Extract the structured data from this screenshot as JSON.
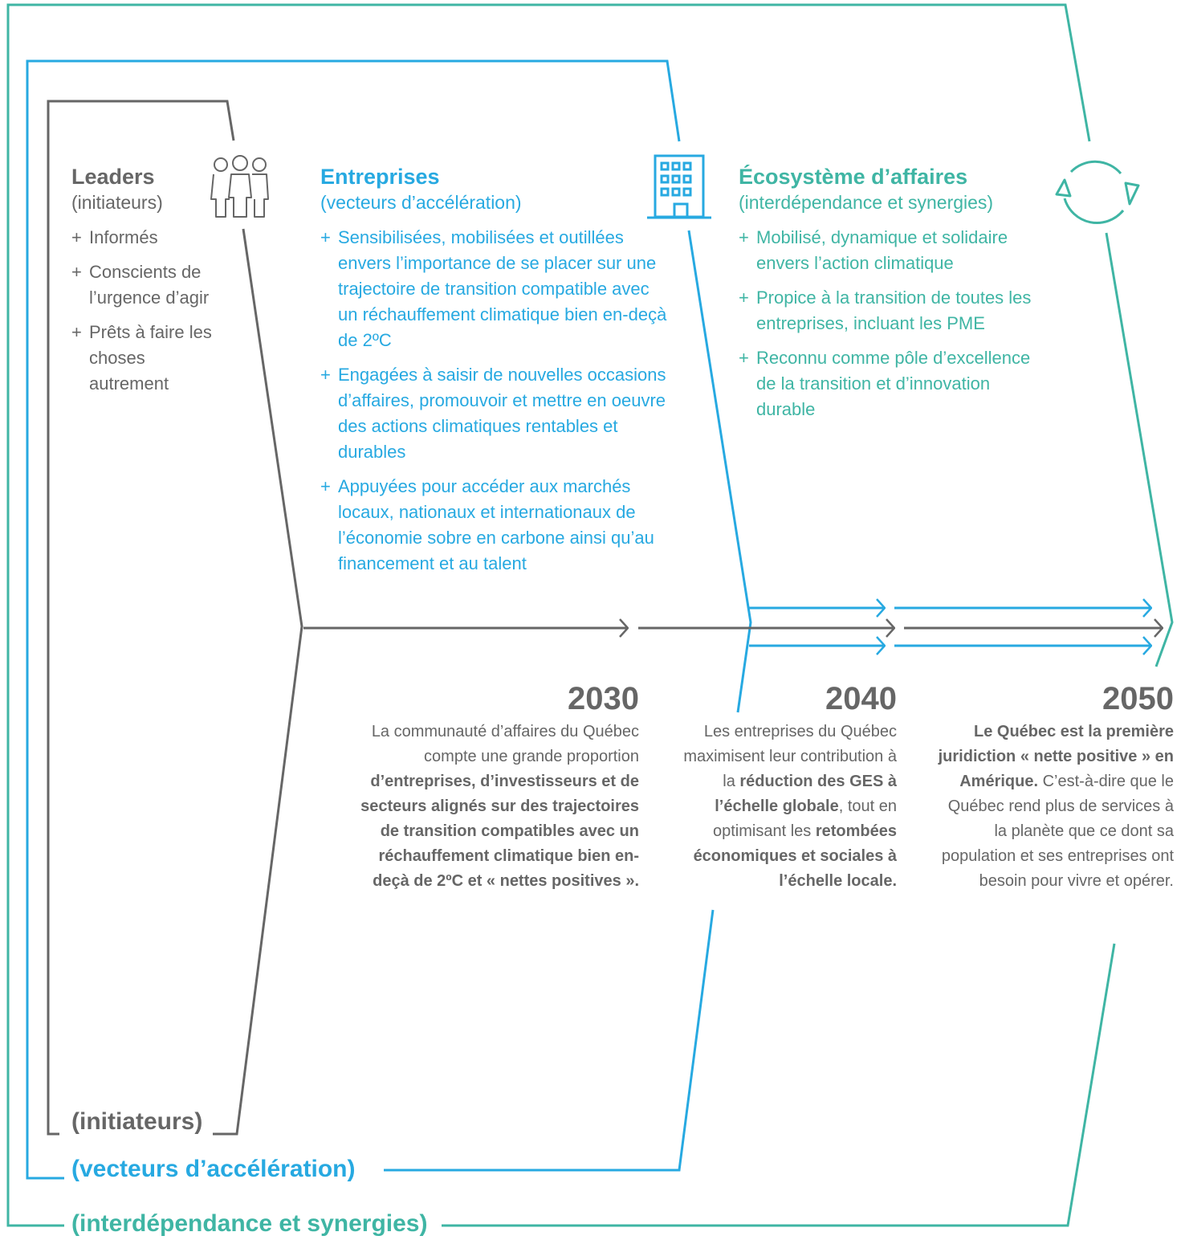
{
  "columns": {
    "leaders": {
      "title": "Leaders",
      "subtitle": "(initiateurs)",
      "icon": "people-group-icon",
      "items": [
        "Informés",
        "Conscients de l’urgence d’agir",
        "Prêts à faire les choses autrement"
      ]
    },
    "entreprises": {
      "title": "Entreprises",
      "subtitle": "(vecteurs d’accélération)",
      "icon": "office-building-icon",
      "items": [
        "Sensibilisées, mobilisées et outillées envers l’importance de se placer sur une trajectoire de transition compatible avec un réchauffement climatique bien en-deçà de 2ºC",
        "Engagées à saisir de nouvelles occasions d’affaires, promouvoir et mettre en oeuvre des actions climatiques rentables et durables",
        "Appuyées pour accéder aux marchés locaux, nationaux et internationaux de l’économie sobre en carbone ainsi qu’au financement et au talent"
      ]
    },
    "ecosysteme": {
      "title": "Écosystème d’affaires",
      "subtitle": "(interdépendance et synergies)",
      "icon": "cycle-arrows-icon",
      "items": [
        "Mobilisé, dynamique et solidaire envers l’action climatique",
        "Propice à la transition de toutes les entreprises, incluant les PME",
        "Reconnu comme pôle d’excellence de la transition et d’innovation durable"
      ]
    }
  },
  "milestones": {
    "y2030": {
      "year": "2030",
      "parts": [
        {
          "t": "La communauté d’affaires du Québec compte une grande proportion ",
          "b": false
        },
        {
          "t": "d’entreprises, d’investisseurs et de secteurs alignés sur des trajectoires de transition compatibles avec un réchauffement climatique bien en-deçà de 2ºC et « nettes positives ».",
          "b": true
        }
      ]
    },
    "y2040": {
      "year": "2040",
      "parts": [
        {
          "t": "Les entreprises du Québec maximisent leur contribution à la ",
          "b": false
        },
        {
          "t": "réduction des GES à l’échelle globale",
          "b": true
        },
        {
          "t": ", tout en optimisant les ",
          "b": false
        },
        {
          "t": "retombées économiques et sociales à l’échelle locale.",
          "b": true
        }
      ]
    },
    "y2050": {
      "year": "2050",
      "parts": [
        {
          "t": "Le Québec est la première juridiction « nette positive » en Amérique.",
          "b": true
        },
        {
          "t": " C’est-à-dire que le Québec rend plus de services à la planète que ce dont sa population et ses entreprises ont besoin pour vivre et opérer.",
          "b": false
        }
      ]
    }
  },
  "bottom_labels": {
    "gray": "(initiateurs)",
    "blue": "(vecteurs d’accélération)",
    "teal": "(interdépendance et synergies)"
  },
  "bullet_symbol": "+",
  "colors": {
    "gray": "#666666",
    "blue": "#27a9e1",
    "teal": "#3fb5a4"
  }
}
